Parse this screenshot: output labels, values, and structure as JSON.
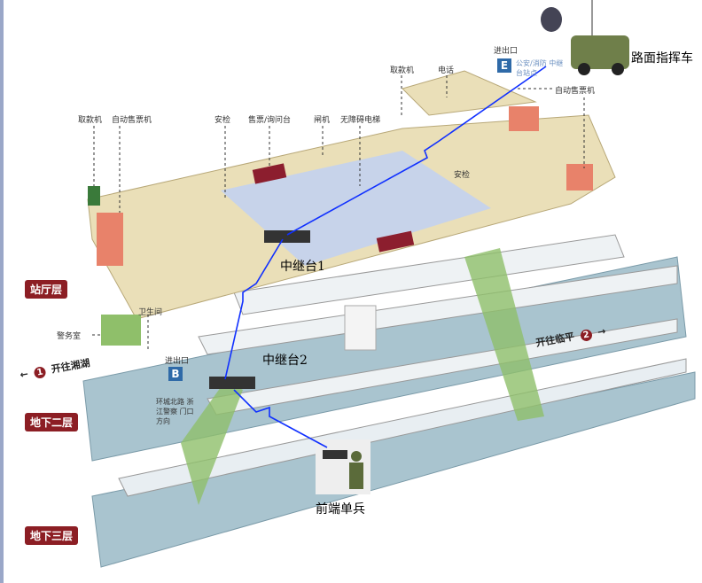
{
  "labels": {
    "atm_left": "取款机",
    "ticket_machine_left": "自动售票机",
    "security": "安检",
    "ticket_info_desk": "售票/询问台",
    "gates": "闸机",
    "accessible_elevator": "无障碍电梯",
    "exit_e_title": "进出口",
    "exit_e_letter": "E",
    "exit_e_note": "公安/消防 中继台站点",
    "atm_right": "取款机",
    "phone": "电话",
    "ticket_machine_right": "自动售票机",
    "security_right": "安检",
    "restroom": "卫生间",
    "police_room": "警务室",
    "exit_b_title": "进出口",
    "exit_b_letter": "B",
    "exit_b_note": "环城北路 浙江警察 门口方向"
  },
  "floors": [
    "站厅层",
    "地下二层",
    "地下三层"
  ],
  "directions": [
    {
      "num": "1",
      "text": "开往湘湖",
      "arrow": "←"
    },
    {
      "num": "2",
      "text": "开往临平",
      "arrow": "→"
    }
  ],
  "nodes": {
    "relay1": "中继台1",
    "relay2": "中继台2",
    "soldier": "前端单兵",
    "command_vehicle": "路面指挥车"
  },
  "colors": {
    "link": "#1030ff",
    "floor_badge": "#8c1e24",
    "concourse": "#eadfb8",
    "platform": "#a9c4cf"
  }
}
